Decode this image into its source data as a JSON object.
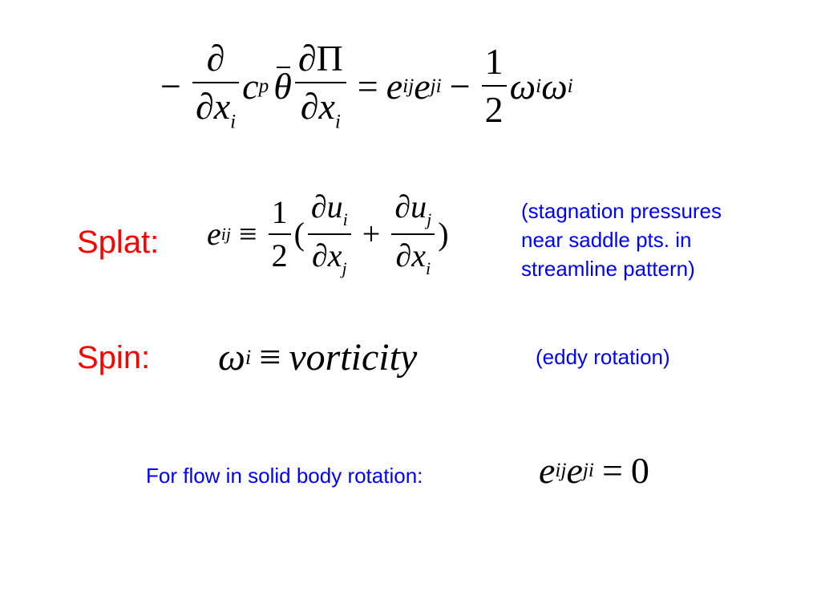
{
  "equation_main": {
    "minus": "−",
    "partial": "∂",
    "x": "x",
    "i": "i",
    "c": "c",
    "p": "p",
    "theta": "θ",
    "Pi": "Π",
    "equals": "=",
    "e": "e",
    "ij": "ij",
    "ji": "ji",
    "one": "1",
    "two": "2",
    "omega": "ω"
  },
  "splat": {
    "label": "Splat:",
    "equiv": "≡",
    "open_paren": "(",
    "close_paren": ")",
    "plus": "+",
    "u": "u",
    "j": "j",
    "note_line1": "(stagnation pressures",
    "note_line2": "near saddle pts. in",
    "note_line3": "streamline pattern)"
  },
  "spin": {
    "label": "Spin:",
    "word": "vorticity",
    "note": "(eddy rotation)"
  },
  "solid_body": {
    "label": "For flow in solid body rotation:",
    "zero": "0"
  },
  "colors": {
    "label_red": "#ff0000",
    "label_blue": "#0000ff",
    "text_black": "#000000"
  }
}
